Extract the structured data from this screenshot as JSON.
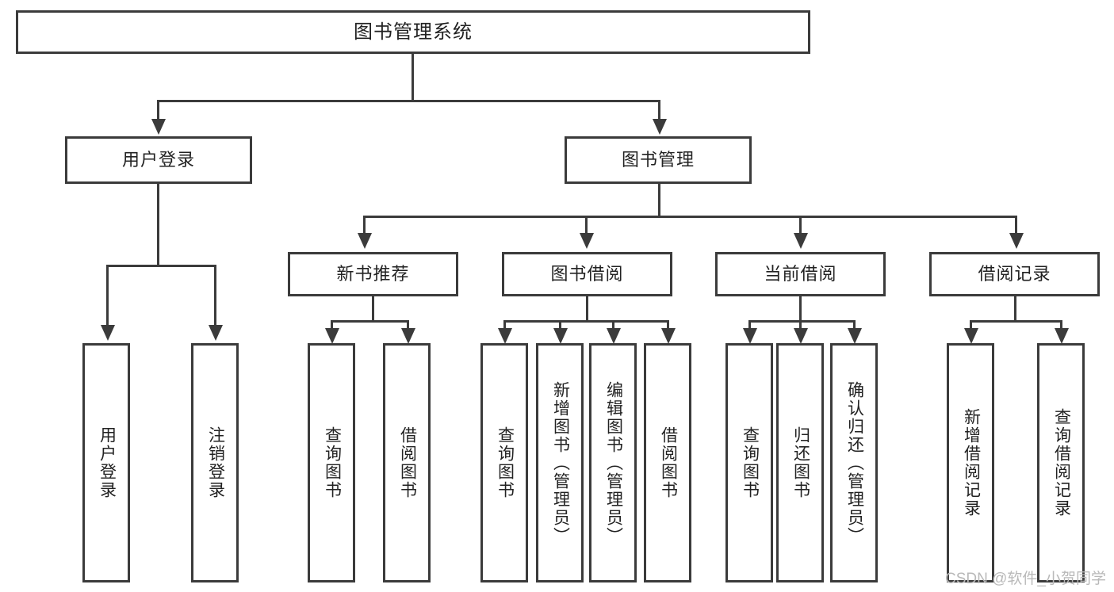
{
  "diagram": {
    "title": "图书管理系统",
    "root": {
      "label": "图书管理系统"
    },
    "level1": [
      {
        "label": "用户登录"
      },
      {
        "label": "图书管理"
      }
    ],
    "level2": [
      {
        "label": "新书推荐"
      },
      {
        "label": "图书借阅"
      },
      {
        "label": "当前借阅"
      },
      {
        "label": "借阅记录"
      }
    ],
    "leaves": {
      "user_login": [
        {
          "label": "用户登录"
        },
        {
          "label": "注销登录"
        }
      ],
      "new_book_recommend": [
        {
          "label": "查询图书"
        },
        {
          "label": "借阅图书"
        }
      ],
      "book_borrow": [
        {
          "label": "查询图书"
        },
        {
          "label": "新增图书（管理员）"
        },
        {
          "label": "编辑图书（管理员）"
        },
        {
          "label": "借阅图书"
        }
      ],
      "current_borrow": [
        {
          "label": "查询图书"
        },
        {
          "label": "归还图书"
        },
        {
          "label": "确认归还（管理员）"
        }
      ],
      "borrow_record": [
        {
          "label": "新增借阅记录"
        },
        {
          "label": "查询借阅记录"
        }
      ]
    }
  },
  "watermark": {
    "text": "CSDN @软件_小贺同学"
  },
  "colors": {
    "stroke": "#3b3b3b",
    "background": "#ffffff",
    "text": "#222222",
    "watermark": "#b9b9b9"
  }
}
